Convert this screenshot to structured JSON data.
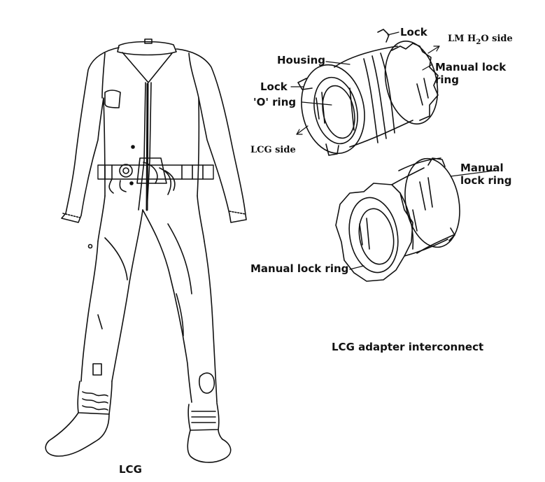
{
  "suit": {
    "caption": "LCG"
  },
  "adapter": {
    "caption": "LCG adapter interconnect",
    "labels": {
      "lock_top": "Lock",
      "lm_side_prefix": "LM H",
      "lm_side_sub": "2",
      "lm_side_suffix": "O side",
      "housing": "Housing",
      "manual_lock_ring_top_line1": "Manual lock",
      "manual_lock_ring_top_line2": "ring",
      "lock_left": "Lock",
      "o_ring": "'O' ring",
      "lcg_side": "LCG side",
      "manual_lock_ring_right_line1": "Manual",
      "manual_lock_ring_right_line2": "lock ring",
      "manual_lock_ring_bottom": "Manual lock ring"
    }
  },
  "colors": {
    "ink": "#111111",
    "paper": "#ffffff"
  }
}
